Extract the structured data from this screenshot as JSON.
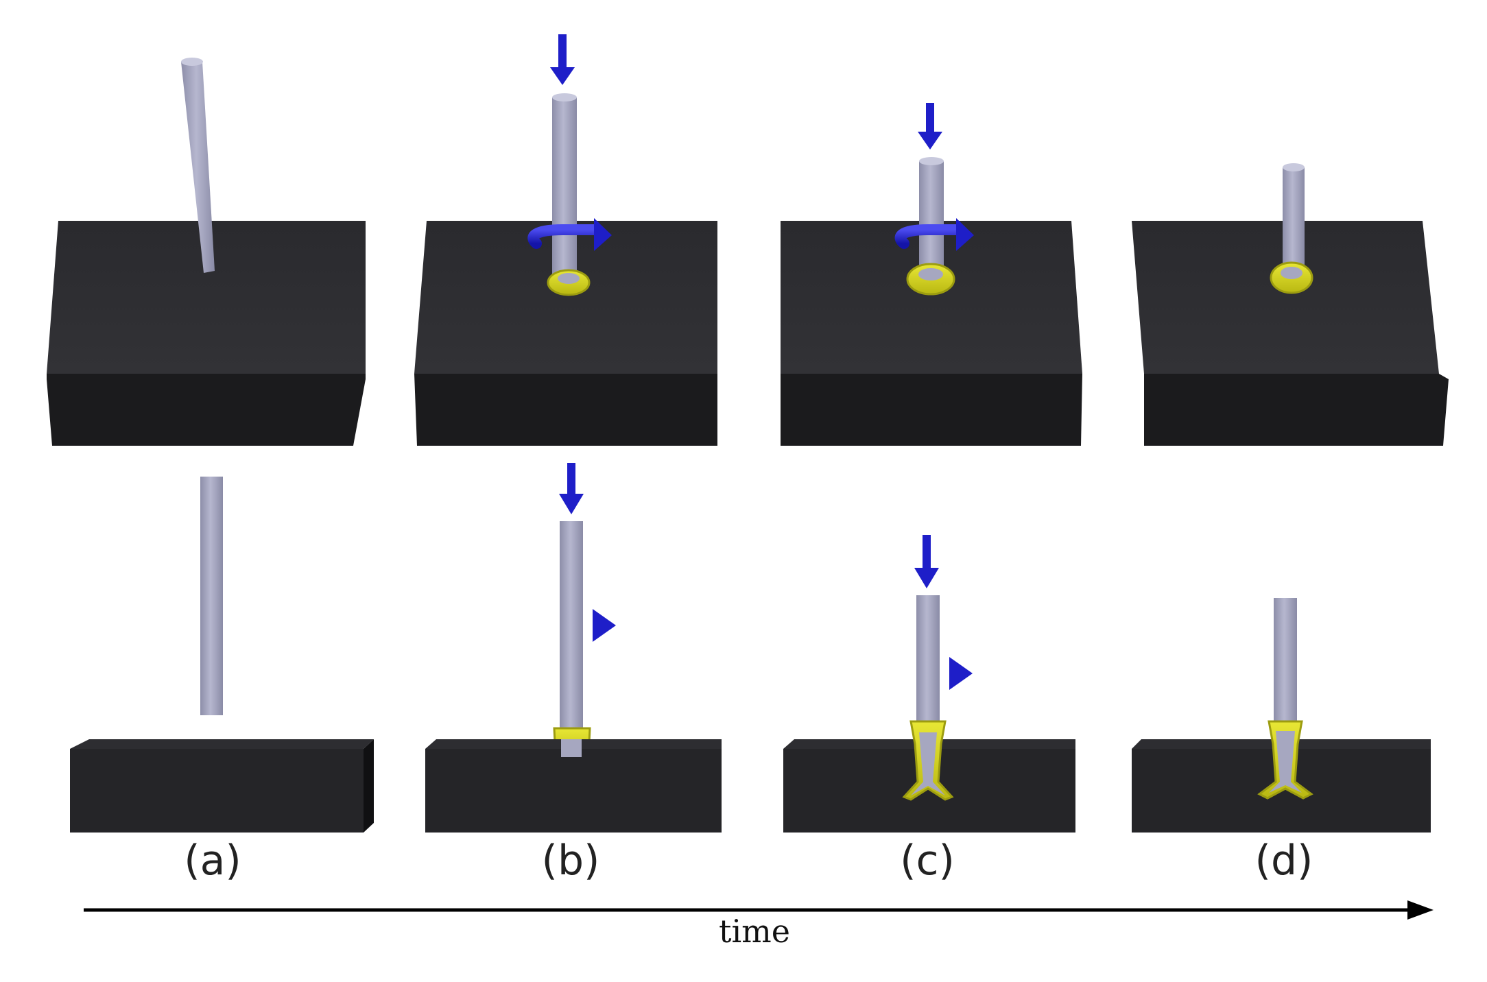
{
  "labels": {
    "a": "(a)",
    "b": "(b)",
    "c": "(c)",
    "d": "(d)",
    "time": "time"
  },
  "colors": {
    "block_top": "#2c2c30",
    "block_front": "#1b1b1d",
    "tool": "#a6a7c0",
    "tool_dark": "#8f90ab",
    "arrow": "#1e1ec8",
    "weld": "#d6d51a",
    "weld_edge": "#9c9c10",
    "axis": "#000000"
  },
  "icons": {
    "down_arrow": "down-arrow-icon",
    "rotation": "rotation-arrow-icon"
  }
}
